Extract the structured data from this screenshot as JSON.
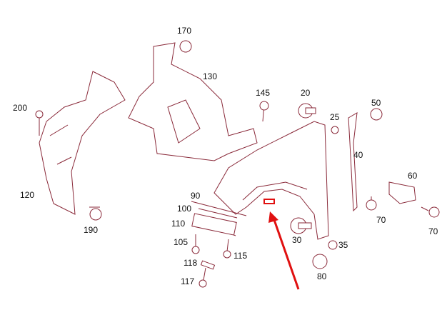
{
  "diagram": {
    "callouts": [
      "170",
      "130",
      "200",
      "145",
      "20",
      "25",
      "50",
      "120",
      "190",
      "90",
      "100",
      "110",
      "105",
      "118",
      "117",
      "115",
      "30",
      "35",
      "80",
      "40",
      "60",
      "70",
      "70"
    ],
    "highlight_color": "#e01010",
    "line_color": "#8a2a3a"
  }
}
